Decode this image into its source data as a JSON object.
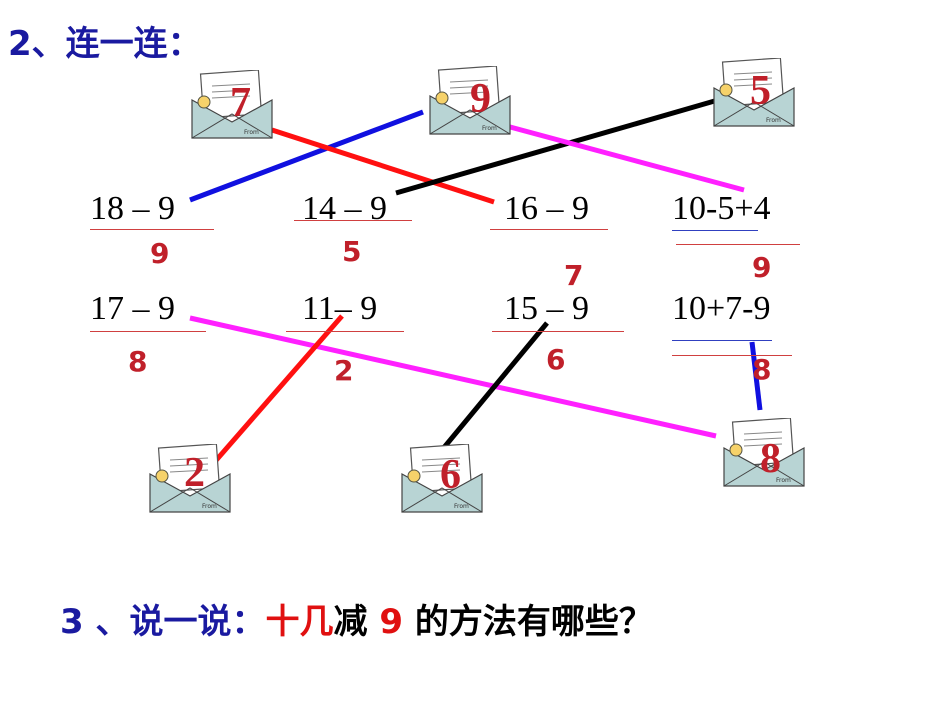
{
  "heading2": {
    "text": "2、连一连："
  },
  "envelopes": [
    {
      "id": "e7",
      "number": "7"
    },
    {
      "id": "e9",
      "number": "9"
    },
    {
      "id": "e5",
      "number": "5"
    },
    {
      "id": "e2",
      "number": "2"
    },
    {
      "id": "e6",
      "number": "6"
    },
    {
      "id": "e8",
      "number": "8"
    }
  ],
  "expressions": [
    {
      "text": "18 – 9",
      "answer": "9"
    },
    {
      "text": "14 – 9",
      "answer": "5"
    },
    {
      "text": "16 – 9",
      "answer": "7"
    },
    {
      "text": "10-5+4",
      "answer": "9"
    },
    {
      "text": "17 – 9",
      "answer": "8"
    },
    {
      "text": "11– 9",
      "answer": "2"
    },
    {
      "text": "15 – 9",
      "answer": "6"
    },
    {
      "text": "10+7-9",
      "answer": "8"
    }
  ],
  "connector_colors": {
    "blue": "#1010e0",
    "red": "#ff1010",
    "black": "#000000",
    "magenta": "#ff20ff"
  },
  "heading3": {
    "prefix": "3 、说一说：",
    "highlight_chars": "十几",
    "middle": "减",
    "highlight_nine": "9",
    "suffix": "的方法有哪些？"
  }
}
